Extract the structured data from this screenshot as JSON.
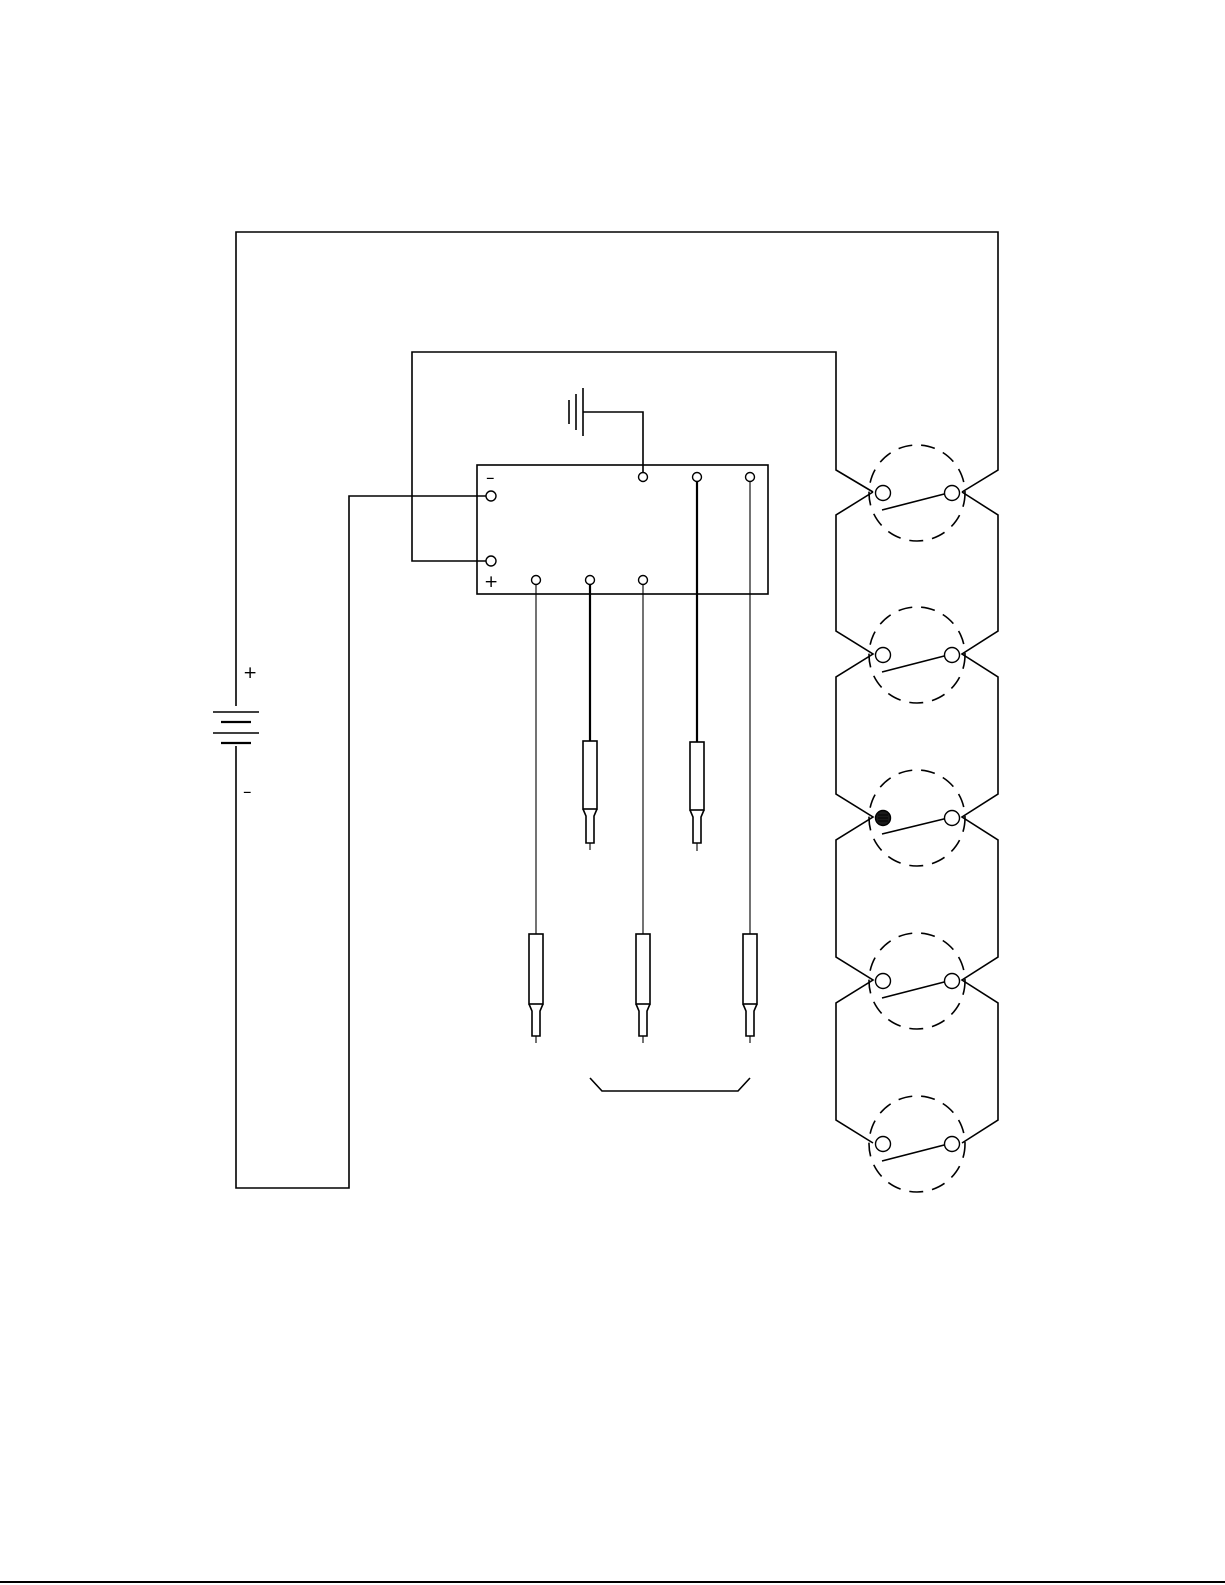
{
  "battery": {
    "plus_sign": "+",
    "minus_sign": "–"
  },
  "control_box": {
    "minus_sign": "–",
    "plus_sign": "+"
  },
  "igniters": {
    "count": 5,
    "fired_index": 2
  },
  "probes": {
    "upper_count": 2,
    "lower_count": 3
  },
  "colors": {
    "line": "#000000",
    "background": "#ffffff"
  }
}
